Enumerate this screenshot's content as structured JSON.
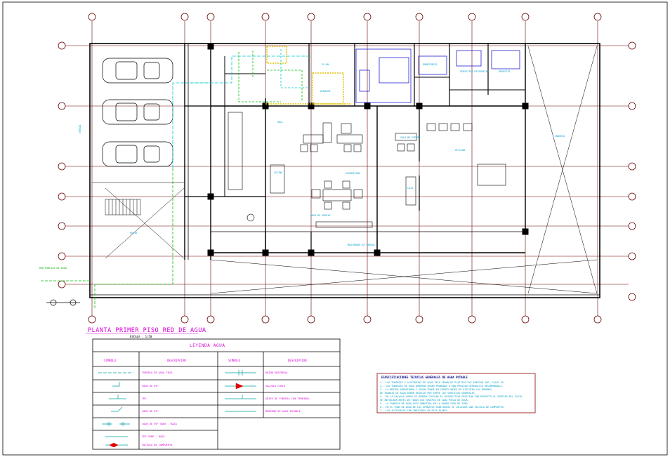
{
  "drawing": {
    "title": "PLANTA PRIMER PISO RED DE AGUA",
    "scale": "ESCALA : 1/50"
  },
  "legend": {
    "title": "LEYENDA AGUA",
    "col_symbol": "SIMBOLO",
    "col_description": "DESCRIPCION",
    "rows_left": [
      "TUBERIA DE AGUA FRIA",
      "CODO DE 90°",
      "TEE",
      "CODO DE 45°",
      "CODO DE 90° SUBE - BAJA",
      "TEE SUBE - BAJA",
      "VALVULA DE COMPUERTA"
    ],
    "rows_right": [
      "UNION UNIVERSAL",
      "VALVULA CHECK",
      "GRIFO DE TUBERIA CON TERMINAL",
      "MEDIDOR DE AGUA POTABLE"
    ]
  },
  "specs": {
    "title": "ESPECIFICACIONES TECNICAS GENERALES DE AGUA POTABLE",
    "lines": [
      "1.- LAS TUBERIAS Y ACCESORIOS DE AGUA FRIA SERAN DE PLASTICO PVC PRESION SAP, CLASE 10.",
      "2.- LAS TUBERIAS DE AGUA DEBERAN SERAN PROBADAS A UNA PRESION HIDRAULICA RECOMENDABLE.",
      "3.- LA MEDIDA APROXIMADA Y SEGUN TENGA EN CUENTA ANTES DE EJECUTAR LOS PRUEBAS",
      "    DE TRABAJO DE AGUA DEBEN REGULAR POR ENTRE LOS SERVICIOS GENERALES.",
      "4.- EN LA VALVULA CHECK SE DEBERA COLOCAR EL DISPOSITIVO POSICION CON RESPECTO AL SENTIDO DEL FLUJO",
      "    SE INSTALARA ANTES DE TODOS LOS EQUIPOS DE CADA PIEZA DE AGUA.",
      "5.- LA TUBERIA DE AGUA ESTA EMBUTIDA EN LA PARED TIPO DE TUBO.",
      "6.- EN EL TUBO DE AGUA DE LOS APARATOS SANITARIOS SE COLOCARA UNA VALVULA DE COMPUERTA.",
      "7.- LOS ACCESORIOS SON INDICADOS EN ESTA PLANTA."
    ]
  },
  "rooms": {
    "vereda": "VEREDA",
    "patio": "PATIO",
    "sala_espera": "SALA DE ESPERA",
    "cocina": "COCINA",
    "caja": "CAJA",
    "area_ventas": "AREA DE VENTAS",
    "exhibicion": "EXHIBICION",
    "mostrador": "MOSTRADOR DE VENTAS",
    "dormitorio": "DORMITORIO",
    "oficina": "OFICINA",
    "servicios": "SERVICIOS HIGIENICOS",
    "ingreso": "INGRESO",
    "ss_hh": "SS.HH.",
    "almacen": "ALMACEN",
    "deposito": "DEPOSITO",
    "hall": "HALL",
    "red_publica": "RED PUBLICA DE AGUA"
  },
  "colors": {
    "walls": "#000000",
    "grid": "#7a0000",
    "water": "#00c8c8",
    "water_green": "#00c000",
    "title_magenta": "#d800d8",
    "furniture": "#0000cc",
    "hatch": "#e0c000"
  }
}
